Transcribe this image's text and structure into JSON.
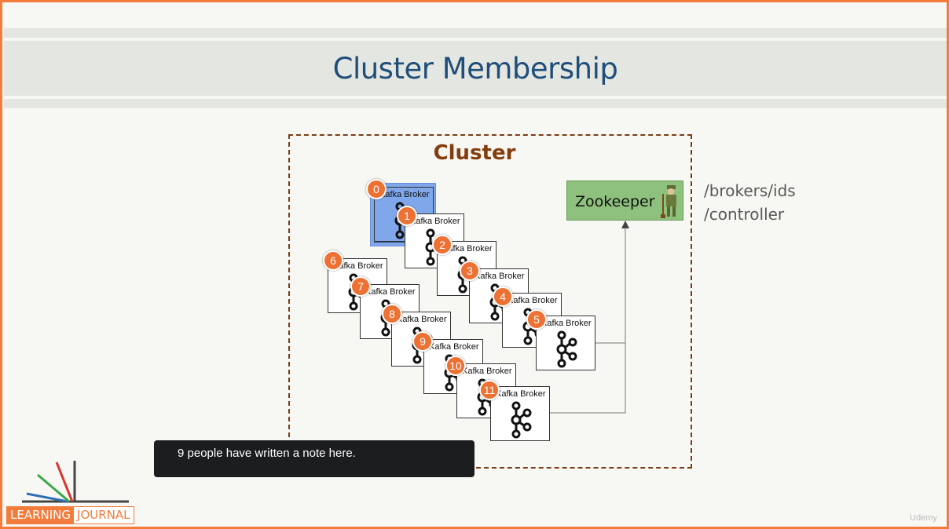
{
  "slide": {
    "title": "Cluster Membership",
    "cluster_label": "Cluster",
    "zookeeper_label": "Zookeeper",
    "paths": [
      "/brokers/ids",
      "/controller"
    ]
  },
  "broker_label": "Kafka Broker",
  "brokers": [
    {
      "id": "0",
      "label": "Kafka Broker",
      "active": true
    },
    {
      "id": "1",
      "label": "Kafka Broker"
    },
    {
      "id": "2",
      "label": "Kafka Broker"
    },
    {
      "id": "3",
      "label": "Kafka Broker"
    },
    {
      "id": "4",
      "label": "Kafka Broker"
    },
    {
      "id": "5",
      "label": "Kafka Broker"
    },
    {
      "id": "6",
      "label": "Kafka Broker"
    },
    {
      "id": "7",
      "label": "Kafka Broker"
    },
    {
      "id": "8",
      "label": "Kafka Broker"
    },
    {
      "id": "9",
      "label": "Kafka Broker"
    },
    {
      "id": "10",
      "label": "Kafka Broker"
    },
    {
      "id": "11",
      "label": "Kafka Broker"
    }
  ],
  "toast": {
    "text": "9 people have written a note here."
  },
  "logo": {
    "part1": "LEARNING",
    "part2": "JOURNAL"
  },
  "watermark": "Udemy",
  "colors": {
    "accent": "#f37b3c",
    "title": "#1f4e79",
    "cluster": "#843c0c",
    "badge": "#ec7133",
    "active_broker": "#7fa7ea",
    "zookeeper": "#8fc17e"
  }
}
